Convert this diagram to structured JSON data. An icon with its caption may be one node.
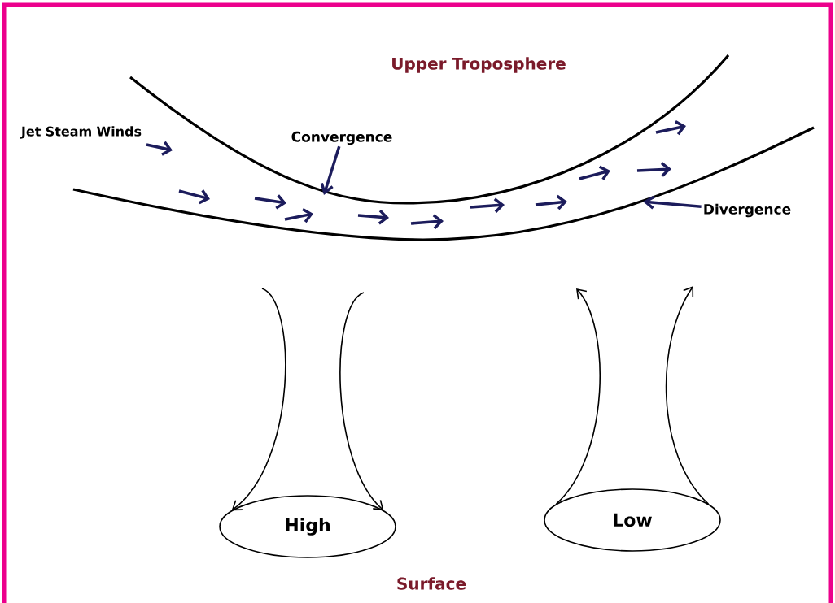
{
  "diagram": {
    "nodes": [
      {
        "text": [
          "Convergence"
        ]
      },
      {
        "text": [
          "Divergence"
        ]
      },
      {
        "text": [
          "High"
        ]
      },
      {
        "text": [
          "Low"
        ]
      }
    ],
    "edges": [
      {
        "from": 0,
        "to": null,
        "arrow": "to",
        "style": "thick",
        "color": "#1c1c5c"
      },
      {
        "from": 1,
        "to": null,
        "arrow": "to",
        "style": "thick",
        "color": "#1c1c5c"
      },
      {
        "from": null,
        "to": 2,
        "arrow": "to"
      },
      {
        "from": null,
        "to": 2,
        "arrow": "to"
      },
      {
        "from": 3,
        "to": null,
        "arrow": "to"
      },
      {
        "from": 3,
        "to": null,
        "arrow": "to"
      }
    ],
    "labels": [
      "Upper Troposphere",
      "Jet Steam Winds",
      "Surface"
    ]
  }
}
